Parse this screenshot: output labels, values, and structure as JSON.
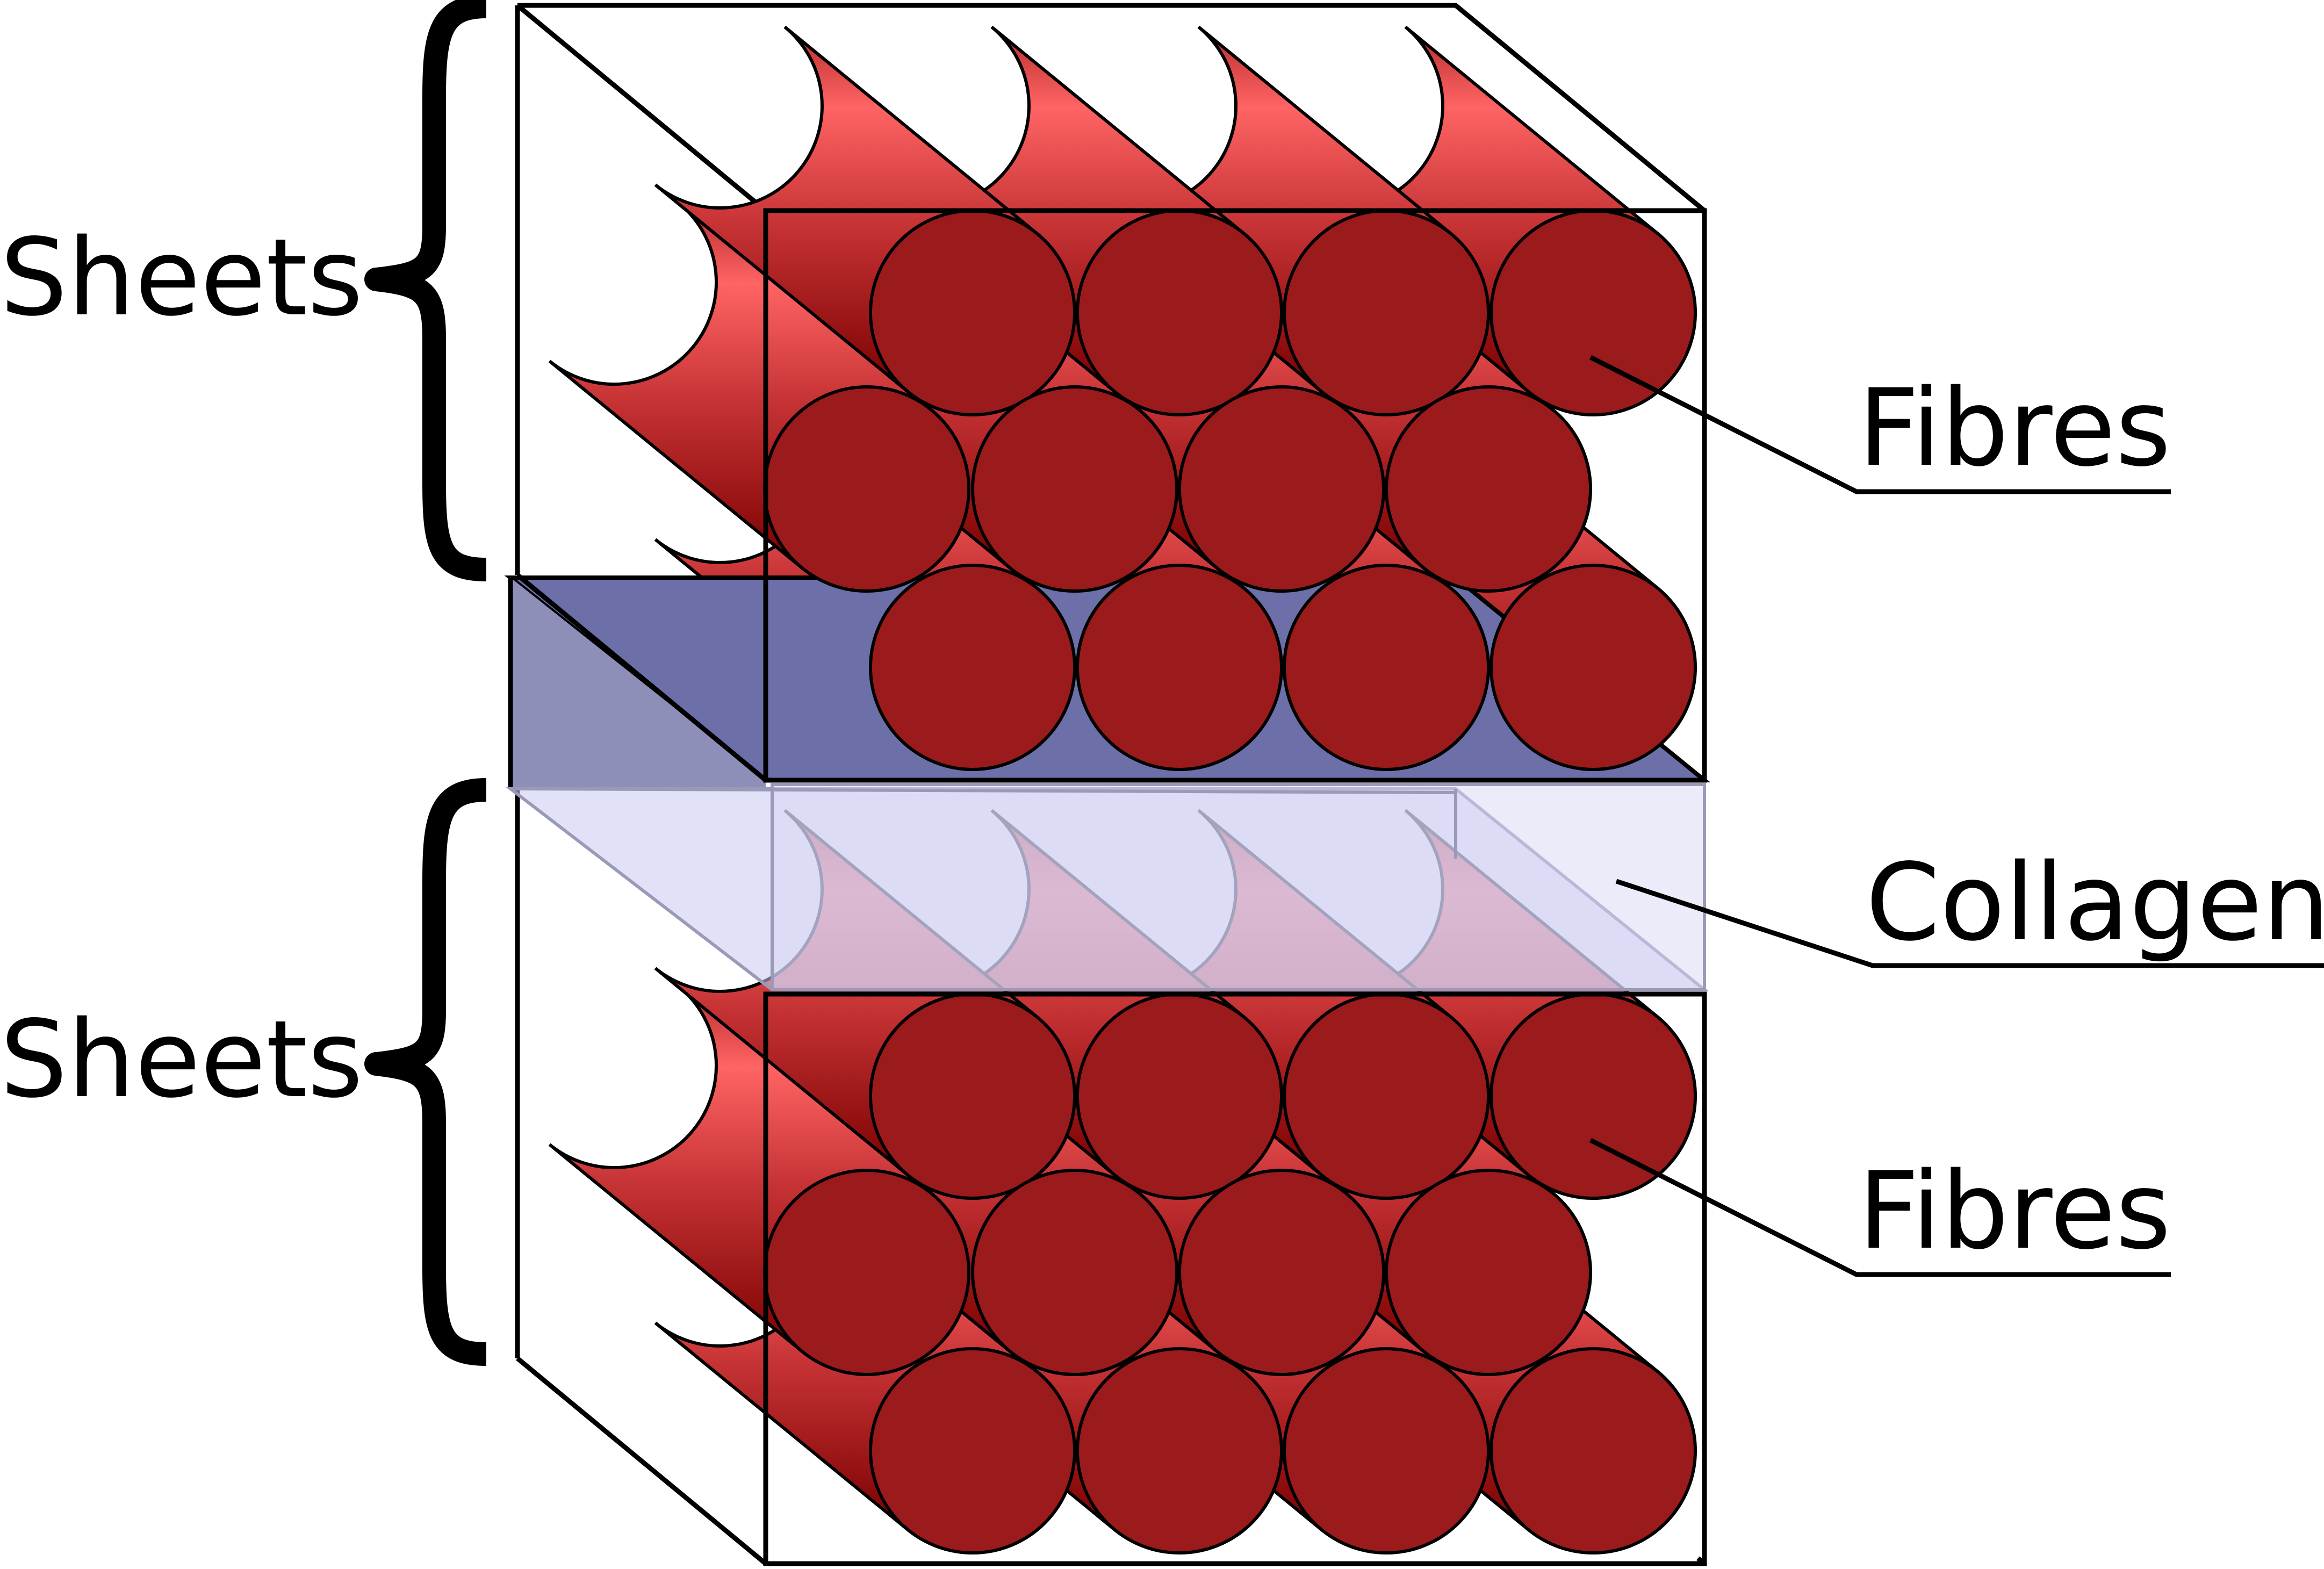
{
  "labels": {
    "sheets_top": "Sheets",
    "sheets_bottom": "Sheets",
    "fibres_top": "Fibres",
    "fibres_bottom": "Fibres",
    "collagen": "Collagen"
  },
  "colors": {
    "fibre_fill": "#9b1a1c",
    "fibre_highlight": "#ff6464",
    "fibre_shadow": "#7a0000",
    "collagen_dark": "#6c6fa8",
    "collagen_light": "#c8c8f0",
    "outline": "#000000"
  }
}
